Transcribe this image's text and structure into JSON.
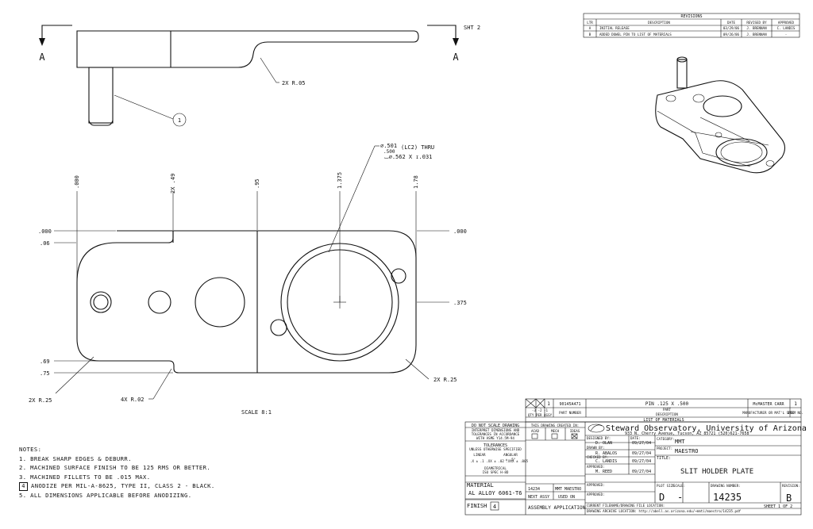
{
  "revisions": {
    "title": "REVISIONS",
    "headers": [
      "LTR",
      "DESCRIPTION",
      "DATE",
      "REVISED BY",
      "APPROVED"
    ],
    "rows": [
      [
        "A",
        "INITIAL RELEASE",
        "03/29/06",
        "J. BRENNAN",
        "C. LANDIS"
      ],
      [
        "B",
        "ADDED DOWEL PIN TO LIST OF MATERIALS",
        "09/26/06",
        "J. BRENNAN",
        "-"
      ]
    ]
  },
  "section": {
    "left_letter": "A",
    "right_letter": "A",
    "sheet_ref": "SHT 2"
  },
  "top_view": {
    "radius_note": "2X R.05",
    "balloon": "1"
  },
  "hole_callout": {
    "line1": "⌀.501",
    "line2": ".500",
    "line3": "(LC2) THRU",
    "line4": "⌴⌀.562 X ↧.031"
  },
  "dims": {
    "x0": ".000",
    "x1": "2X .49",
    "x2": ".95",
    "x3": "1.375",
    "x4": "1.78",
    "y0": ".000",
    "y1": ".06",
    "y2": ".000",
    "y3": ".375",
    "y4": ".69",
    "y5": ".75",
    "r_left": "2X R.25",
    "r_inner": "4X R.02",
    "r_right": "2X R.25"
  },
  "scale_label": "SCALE 8:1",
  "notes": {
    "title": "NOTES:",
    "items": [
      "1. BREAK SHARP EDGES & DEBURR.",
      "2. MACHINED SURFACE FINISH TO BE 125 RMS OR BETTER.",
      "3. MACHINED FILLETS TO BE .015 MAX.",
      "ANODIZE PER MIL-A-8625, TYPE II, CLASS 2 - BLACK.",
      "5. ALL DIMENSIONS APPLICABLE BEFORE ANODIZING."
    ],
    "flag": "4"
  },
  "bom": {
    "row_qty": "1",
    "row_part": "90145A471",
    "row_desc": "PIN .125 X .500",
    "row_vendor": "McMASTER CARR",
    "row_item": "1",
    "qty_cols": "-3 -2 -1",
    "qty_label": "QTY PER ASSY",
    "part_label": "PART NUMBER",
    "part_sub": "DESCRIPTION",
    "part_sub2": "PART",
    "vendor_label": "MANUFACTURER OR MAT'L SPEC",
    "item_label": "ITEM NO.",
    "title": "LIST OF MATERIALS"
  },
  "title_block": {
    "do_not_scale": "DO NOT SCALE DRAWING",
    "interpret1": "INTERPRET DIMENSIONS AND",
    "interpret2": "TOLERANCES IN ACCORDANCE",
    "interpret3": "WITH ASME Y14.5M-94",
    "tolerances": "TOLERANCES",
    "unless": "UNLESS OTHERWISE SPECIFIED",
    "linear": "LINEAR",
    "angular": "ANGULAR",
    "lin_vals": ".X ± .1   .XX ± .02   .XXX ± .005",
    "ang_val": "± .5°",
    "diametrical": "DIAMETRICAL",
    "iso": "ISO SPEC H-8D",
    "created_in": "THIS DRAWING CREATED IN:",
    "acad": "ACAD",
    "mech": "MECH",
    "ideas": "IDEAS",
    "material_label": "MATERIAL",
    "material": "AL ALLOY 6061-T6",
    "finish_label": "FINISH",
    "finish_flag": "4",
    "next_assy": "NEXT ASSY",
    "used_on": "USED ON",
    "assy_no": "14234",
    "assy_name": "MMT MAESTRO",
    "assy_app": "ASSEMBLY APPLICATION",
    "org": "Steward Observatory, University of Arizona",
    "address": "933 N. Cherry Avenue, Tucson, AZ  85721   (520)621-7658",
    "designed_by_label": "DESIGNED BY:",
    "designed_by": "D. OLAN",
    "designed_date": "09/27/04",
    "drawn_by_label": "DRAWN BY:",
    "drawn_by": "R. ABALOS",
    "drawn_date": "09/27/04",
    "checked_by_label": "CHECKED BY:",
    "checked_by": "C. LANDIS",
    "checked_date": "09/27/04",
    "approved_label": "APPROVED:",
    "approved_by": "M. REED",
    "approved_date": "09/27/04",
    "approved2_label": "APPROVED:",
    "approved3_label": "APPROVED:",
    "date_label": "DATE:",
    "category_label": "CATEGORY:",
    "category": "MMT",
    "project_label": "PROJECT:",
    "project": "MAESTRO",
    "title_label": "TITLE:",
    "title": "SLIT HOLDER PLATE",
    "plot_size_label": "PLOT SIZE",
    "plot_size": "D",
    "scale_label": "SCALE:",
    "scale": "-",
    "dwg_no_label": "DRAWING NUMBER:",
    "dwg_no": "14235",
    "rev_label": "REVISION:",
    "rev": "B",
    "sheet": "SHEET 1 OF 2",
    "current_file": "CURRENT FILENAME/DRAWING FILE LOCATION:",
    "archive": "DRAWING ARCHIVE LOCATION: http://abell.as.arizona.edu/~mmti/maestro/14235.pdf"
  }
}
